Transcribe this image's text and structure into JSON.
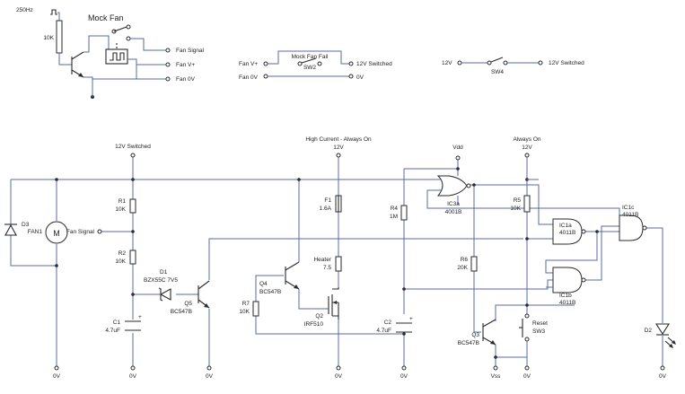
{
  "labels": {
    "clock": "250Hz",
    "mock_fan": "Mock Fan",
    "r_10k_top": "10K",
    "fan_signal_top": "Fan Signal",
    "fan_vplus_top": "Fan V+",
    "fan_0v_top": "Fan 0V",
    "sw2_left_top": "Fan V+",
    "sw2_left_bottom": "Fan 0V",
    "sw2_name": "Mock Fan Fail",
    "sw2_ref": "SW2",
    "sw2_right_top": "12V Switched",
    "sw2_right_bottom": "0V",
    "sw4_left": "12V",
    "sw4_ref": "SW4",
    "sw4_right": "12V Switched",
    "rail_12v_switched": "12V Switched",
    "rail_high_current": "High Current - Always On",
    "rail_high_current_12v": "12V",
    "rail_vdd": "Vdd",
    "rail_always_on": "Always On",
    "rail_always_on_12v": "12V",
    "d3_ref": "D3",
    "fan1_ref": "FAN1",
    "fan_motor": "M",
    "r1_ref": "R1",
    "r1_val": "10K",
    "fan_signal_mid": "Fan Signal",
    "r2_ref": "R2",
    "r2_val": "10K",
    "d1_ref": "D1",
    "d1_val": "BZX55C 7V5",
    "q5_ref": "Q5",
    "q5_val": "BC547B",
    "c1_ref": "C1",
    "c1_val": "4.7uF",
    "f1_ref": "F1",
    "f1_val": "1.6A",
    "heater_ref": "Heater",
    "heater_val": "7.5",
    "q4_ref": "Q4",
    "q4_val": "BC547B",
    "r7_ref": "R7",
    "r7_val": "10K",
    "q2_ref": "Q2",
    "q2_val": "IRF510",
    "r4_ref": "R4",
    "r4_val": "1M",
    "ic3a_ref": "IC3a",
    "ic3a_val": "4001B",
    "r5_ref": "R5",
    "r5_val": "10K",
    "r6_ref": "R6",
    "r6_val": "20K",
    "c2_ref": "C2",
    "c2_val": "4.7uF",
    "q3_ref": "Q3",
    "q3_val": "BC547B",
    "reset_ref": "Reset",
    "sw3_ref": "SW3",
    "vss": "Vss",
    "ic1a_ref": "IC1a",
    "ic1a_val": "4011B",
    "ic1b_ref": "IC1b",
    "ic1b_val": "4011B",
    "ic1c_ref": "IC1c",
    "ic1c_val": "4011B",
    "d2_ref": "D2",
    "gnd_fan": "0V",
    "gnd_c1": "0V",
    "gnd_q5": "0V",
    "gnd_q2": "0V",
    "gnd_c2": "0V",
    "gnd_vss": "0V",
    "gnd_sw3": "0V",
    "gnd_d2": "0V"
  }
}
